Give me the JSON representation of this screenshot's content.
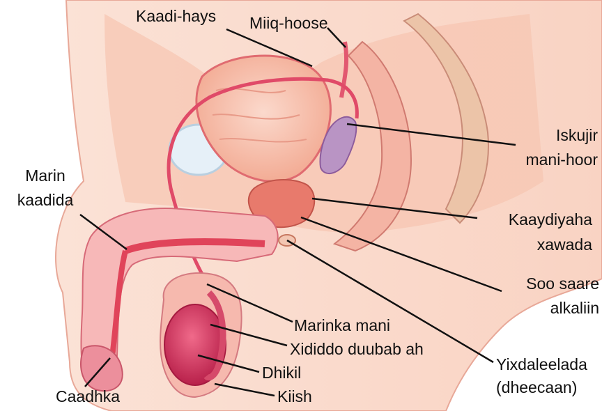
{
  "labels": {
    "bladder": "Kaadi-hays",
    "ureter": "Miiq-hoose",
    "seminal_vesicle": [
      "Iskujir",
      "mani-hoor"
    ],
    "urethra": [
      "Marin",
      "kaadida"
    ],
    "prostate": [
      "Kaaydiyaha",
      "xawada"
    ],
    "alkaline_gland": [
      "Soo saare",
      "alkaliin"
    ],
    "vas_deferens": "Marinka mani",
    "epididymis": "Xididdo duubab ah",
    "testis": "Dhikil",
    "scrotum": "Kiish",
    "penis_head": "Caadhka",
    "bulbourethral": [
      "Yixdaleelada",
      "(dheecaan)"
    ]
  }
}
